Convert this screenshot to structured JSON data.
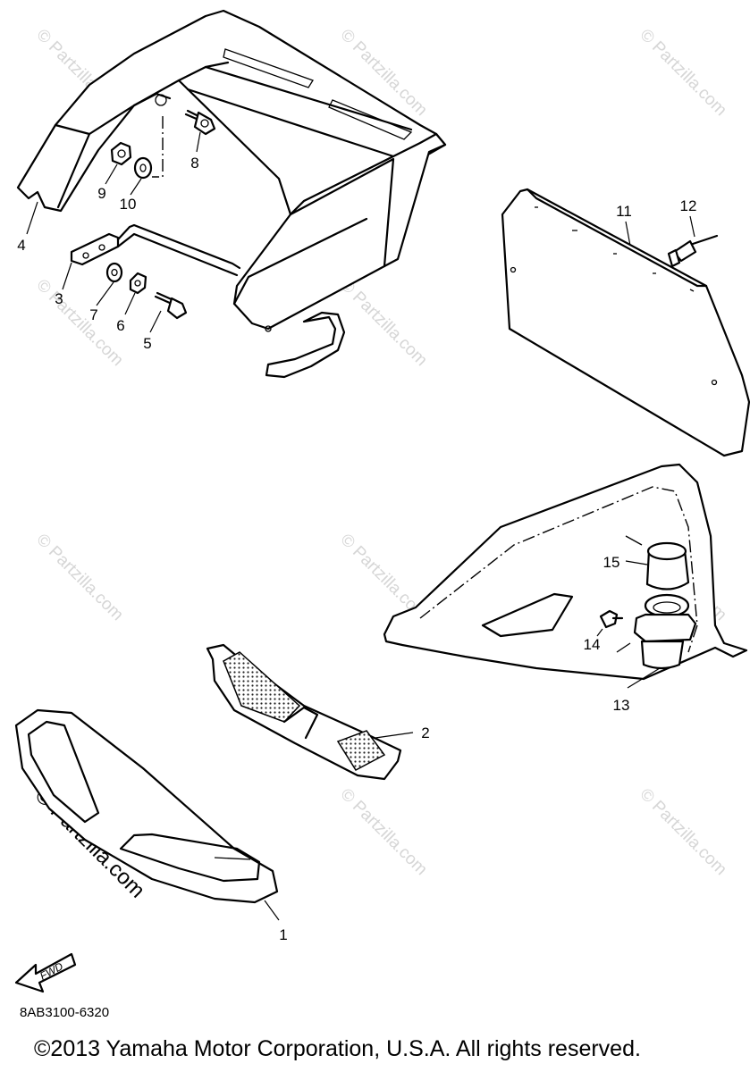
{
  "callouts": [
    {
      "id": "1",
      "label": "1"
    },
    {
      "id": "2",
      "label": "2"
    },
    {
      "id": "3",
      "label": "3"
    },
    {
      "id": "4",
      "label": "4"
    },
    {
      "id": "5",
      "label": "5"
    },
    {
      "id": "6",
      "label": "6"
    },
    {
      "id": "7",
      "label": "7"
    },
    {
      "id": "8",
      "label": "8"
    },
    {
      "id": "9",
      "label": "9"
    },
    {
      "id": "10",
      "label": "10"
    },
    {
      "id": "11",
      "label": "11"
    },
    {
      "id": "12",
      "label": "12"
    },
    {
      "id": "13",
      "label": "13"
    },
    {
      "id": "14",
      "label": "14"
    },
    {
      "id": "15",
      "label": "15"
    }
  ],
  "fwd_label": "FWD",
  "watermark": "© Partzilla.com",
  "part_code": "8AB3100-6320",
  "copyright": "©2013 Yamaha Motor Corporation, U.S.A. All rights reserved."
}
